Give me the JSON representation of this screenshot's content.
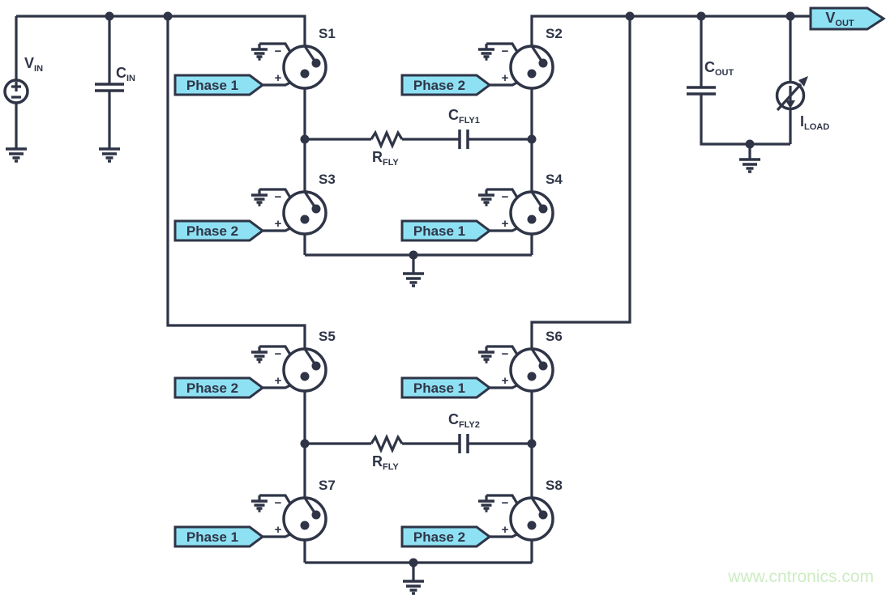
{
  "labels": {
    "vin": {
      "main": "V",
      "sub": "IN"
    },
    "cin": {
      "main": "C",
      "sub": "IN"
    },
    "cout": {
      "main": "C",
      "sub": "OUT"
    },
    "vout": {
      "main": "V",
      "sub": "OUT"
    },
    "iload": {
      "main": "I",
      "sub": "LOAD"
    },
    "cfly1": {
      "main": "C",
      "sub": "FLY1"
    },
    "cfly2": {
      "main": "C",
      "sub": "FLY2"
    },
    "rfly": {
      "main": "R",
      "sub": "FLY"
    }
  },
  "switches": [
    {
      "id": "S1",
      "phase": "Phase 1"
    },
    {
      "id": "S2",
      "phase": "Phase 2"
    },
    {
      "id": "S3",
      "phase": "Phase 2"
    },
    {
      "id": "S4",
      "phase": "Phase 1"
    },
    {
      "id": "S5",
      "phase": "Phase 2"
    },
    {
      "id": "S6",
      "phase": "Phase 1"
    },
    {
      "id": "S7",
      "phase": "Phase 1"
    },
    {
      "id": "S8",
      "phase": "Phase 2"
    }
  ],
  "glyphs": {
    "plus": "+",
    "minus": "−"
  },
  "watermark": "www.cntronics.com",
  "colors": {
    "line": "#2f3547",
    "tag_fill": "#8ee1f3",
    "watermark": "#cdecc3",
    "background": "#ffffff"
  }
}
